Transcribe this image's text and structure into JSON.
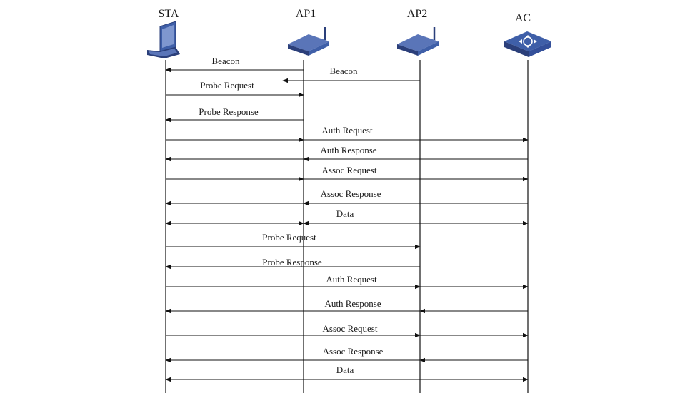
{
  "entities": [
    {
      "id": "sta",
      "label": "STA",
      "icon": "laptop-icon"
    },
    {
      "id": "ap1",
      "label": "AP1",
      "icon": "access-point-icon"
    },
    {
      "id": "ap2",
      "label": "AP2",
      "icon": "access-point-icon"
    },
    {
      "id": "ac",
      "label": "AC",
      "icon": "access-controller-icon"
    }
  ],
  "messages": [
    {
      "label": "Beacon",
      "from": "ap1",
      "to": "sta",
      "heads": "end"
    },
    {
      "label": "Beacon",
      "from": "ap2",
      "to": "mid",
      "heads": "end"
    },
    {
      "label": "Probe Request",
      "from": "sta",
      "to": "ap1",
      "heads": "end"
    },
    {
      "label": "Probe Response",
      "from": "ap1",
      "to": "sta",
      "heads": "end"
    },
    {
      "label": "Auth Request",
      "from": "sta",
      "to": "ac",
      "heads": "end",
      "via": "ap1"
    },
    {
      "label": "Auth Response",
      "from": "ac",
      "to": "sta",
      "heads": "end",
      "via": "ap1"
    },
    {
      "label": "Assoc Request",
      "from": "sta",
      "to": "ac",
      "heads": "end",
      "via": "ap1"
    },
    {
      "label": "Assoc Response",
      "from": "ac",
      "to": "sta",
      "heads": "end",
      "via": "ap1"
    },
    {
      "label": "Data",
      "from": "sta",
      "to": "ac",
      "heads": "both",
      "via": "ap1"
    },
    {
      "label": "Probe Request",
      "from": "sta",
      "to": "ap2",
      "heads": "end"
    },
    {
      "label": "Probe Response",
      "from": "ap2",
      "to": "sta",
      "heads": "end"
    },
    {
      "label": "Auth Request",
      "from": "sta",
      "to": "ac",
      "heads": "end",
      "via": "ap2"
    },
    {
      "label": "Auth Response",
      "from": "ac",
      "to": "sta",
      "heads": "end",
      "via": "ap2"
    },
    {
      "label": "Assoc Request",
      "from": "sta",
      "to": "ac",
      "heads": "end",
      "via": "ap2"
    },
    {
      "label": "Assoc Response",
      "from": "ac",
      "to": "sta",
      "heads": "end",
      "via": "ap2"
    },
    {
      "label": "Data",
      "from": "sta",
      "to": "ac",
      "heads": "both"
    }
  ],
  "colors": {
    "icon_blue": "#3f5fa8",
    "icon_dark": "#2b3f7a",
    "line": "#111111"
  }
}
